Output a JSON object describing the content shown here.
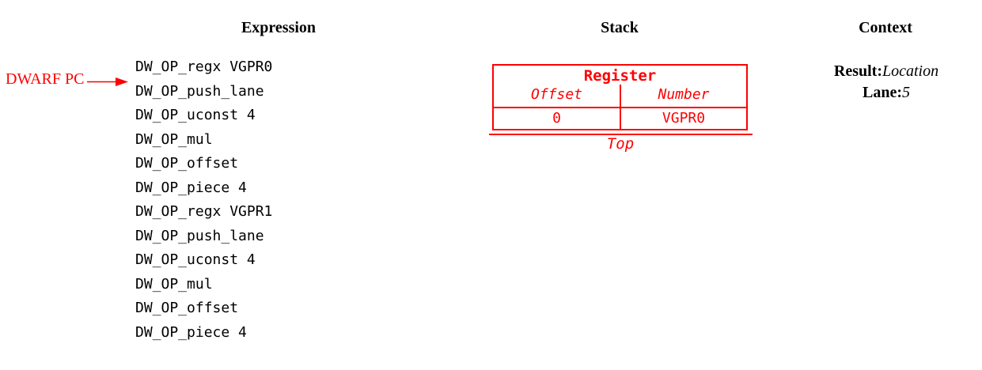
{
  "colors": {
    "accent_red": "#ff0000",
    "text_black": "#000000",
    "background": "#ffffff"
  },
  "dwarf_pc": {
    "label": "DWARF PC"
  },
  "expression": {
    "header": "Expression",
    "items": [
      "DW_OP_regx VGPR0",
      "DW_OP_push_lane",
      "DW_OP_uconst 4",
      "DW_OP_mul",
      "DW_OP_offset",
      "DW_OP_piece 4",
      "DW_OP_regx VGPR1",
      "DW_OP_push_lane",
      "DW_OP_uconst 4",
      "DW_OP_mul",
      "DW_OP_offset",
      "DW_OP_piece 4"
    ]
  },
  "stack": {
    "header": "Stack",
    "entry": {
      "title": "Register",
      "columns": [
        "Offset",
        "Number"
      ],
      "values": [
        "0",
        "VGPR0"
      ]
    },
    "top_label": "Top"
  },
  "context": {
    "header": "Context",
    "fields": [
      {
        "label": "Result:",
        "value": "Location"
      },
      {
        "label": "Lane:",
        "value": "5"
      }
    ]
  }
}
